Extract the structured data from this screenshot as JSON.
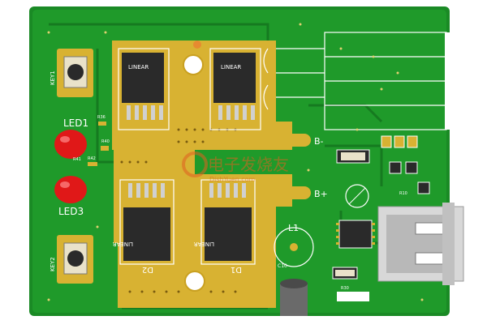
{
  "board": {
    "colors": {
      "board": "#1c8f27",
      "copper": "#1f9a2a",
      "pad_gold": "#d8b232",
      "silk": "#ffffff",
      "led_red": "#e01818",
      "chip_dark": "#2a2a2a",
      "usb_metal": "#cfcfcf"
    }
  },
  "labels": {
    "led1": "LED1",
    "led3": "LED3",
    "r36": "R36",
    "r42": "R42",
    "r40": "R40",
    "r41": "R41",
    "key1": "KEY1",
    "key2": "KEY2",
    "linear_u1": "LINEAR",
    "linear_u2": "LINEAR",
    "linear_u3": "LINEAR",
    "linear_u4": "LINEAR",
    "b_minus": "B-",
    "b_plus": "B+",
    "l1": "L1",
    "c10": "C10",
    "d1": "D1",
    "d2": "D2",
    "r30": "R30",
    "watermark_cn": "电子发烧友",
    "watermark_en": "DishYuen.com",
    "r10": "R10"
  }
}
